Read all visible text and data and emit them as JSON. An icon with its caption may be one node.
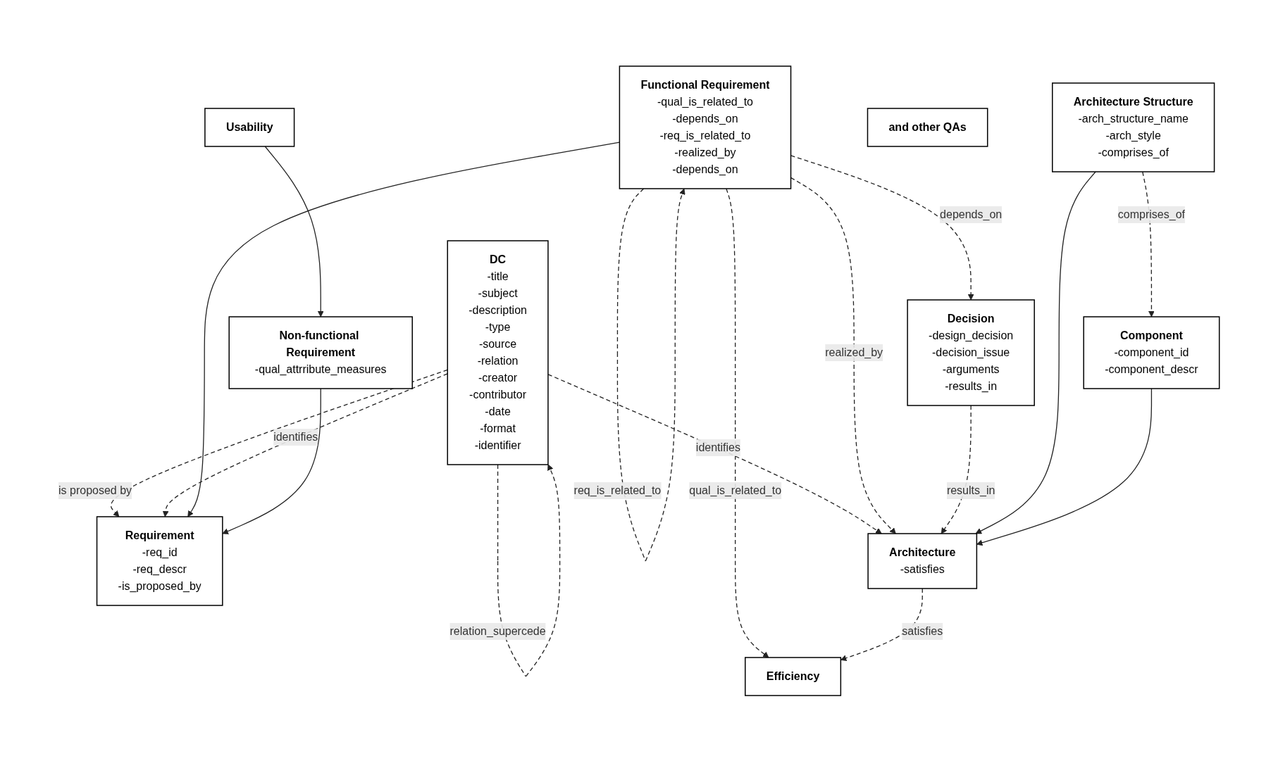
{
  "diagram": {
    "nodes": [
      {
        "text": [
          "DC",
          "-title",
          "-subject",
          "-description",
          "-type",
          "-source",
          "-relation",
          "-creator",
          "-contributor",
          "-date",
          "-format",
          "-identifier"
        ]
      },
      {
        "text": [
          "Requirement",
          "-req_id",
          "-req_descr",
          "-is_proposed_by"
        ]
      },
      {
        "text": [
          "Non-functional Requirement",
          "-qual_attrribute_measures"
        ]
      },
      {
        "text": [
          "Functional Requirement",
          "-qual_is_related_to",
          "-depends_on",
          "-req_is_related_to",
          "-realized_by",
          "-depends_on"
        ]
      },
      {
        "text": [
          "Efficiency"
        ]
      },
      {
        "text": [
          "Usability"
        ]
      },
      {
        "text": [
          "and other QAs"
        ]
      },
      {
        "text": [
          "Decision",
          "-design_decision",
          "-decision_issue",
          "-arguments",
          "-results_in"
        ]
      },
      {
        "text": [
          "Architecture Structure",
          "-arch_structure_name",
          "-arch_style",
          "-comprises_of"
        ]
      },
      {
        "text": [
          "Architecture",
          "-satisfies"
        ]
      },
      {
        "text": [
          "Component",
          "-component_id",
          "-component_descr"
        ]
      }
    ],
    "edges": [
      {
        "from": 0,
        "to": 1,
        "arrow": "to",
        "label": "is proposed by",
        "style": "dashed"
      },
      {
        "from": 0,
        "to": 1,
        "arrow": "to",
        "label": "identifies",
        "style": "dashed"
      },
      {
        "from": 3,
        "to": 1,
        "arrow": "to"
      },
      {
        "from": 2,
        "to": 1,
        "arrow": "to"
      },
      {
        "from": 5,
        "to": 2,
        "arrow": "to"
      },
      {
        "from": 0,
        "to": 0,
        "arrow": "to",
        "label": "relation_supercede",
        "style": "dashed"
      },
      {
        "from": 0,
        "to": 9,
        "arrow": "to",
        "label": "identifies",
        "style": "dashed"
      },
      {
        "from": 3,
        "to": 4,
        "arrow": "to",
        "label": "qual_is_related_to",
        "style": "dashed"
      },
      {
        "from": 3,
        "to": 3,
        "arrow": "to",
        "label": "req_is_related_to",
        "style": "dashed"
      },
      {
        "from": 3,
        "to": 9,
        "arrow": "to",
        "label": "realized_by",
        "style": "dashed"
      },
      {
        "from": 3,
        "to": 7,
        "arrow": "to",
        "label": "depends_on",
        "style": "dashed"
      },
      {
        "from": 7,
        "to": 9,
        "arrow": "to",
        "label": "results_in",
        "style": "dashed"
      },
      {
        "from": 9,
        "to": 4,
        "arrow": "to",
        "label": "satisfies",
        "style": "dashed"
      },
      {
        "from": 8,
        "to": 9,
        "arrow": "to"
      },
      {
        "from": 10,
        "to": 9,
        "arrow": "to"
      },
      {
        "from": 8,
        "to": 10,
        "arrow": "to",
        "label": "comprises_of",
        "style": "dashed"
      }
    ]
  }
}
